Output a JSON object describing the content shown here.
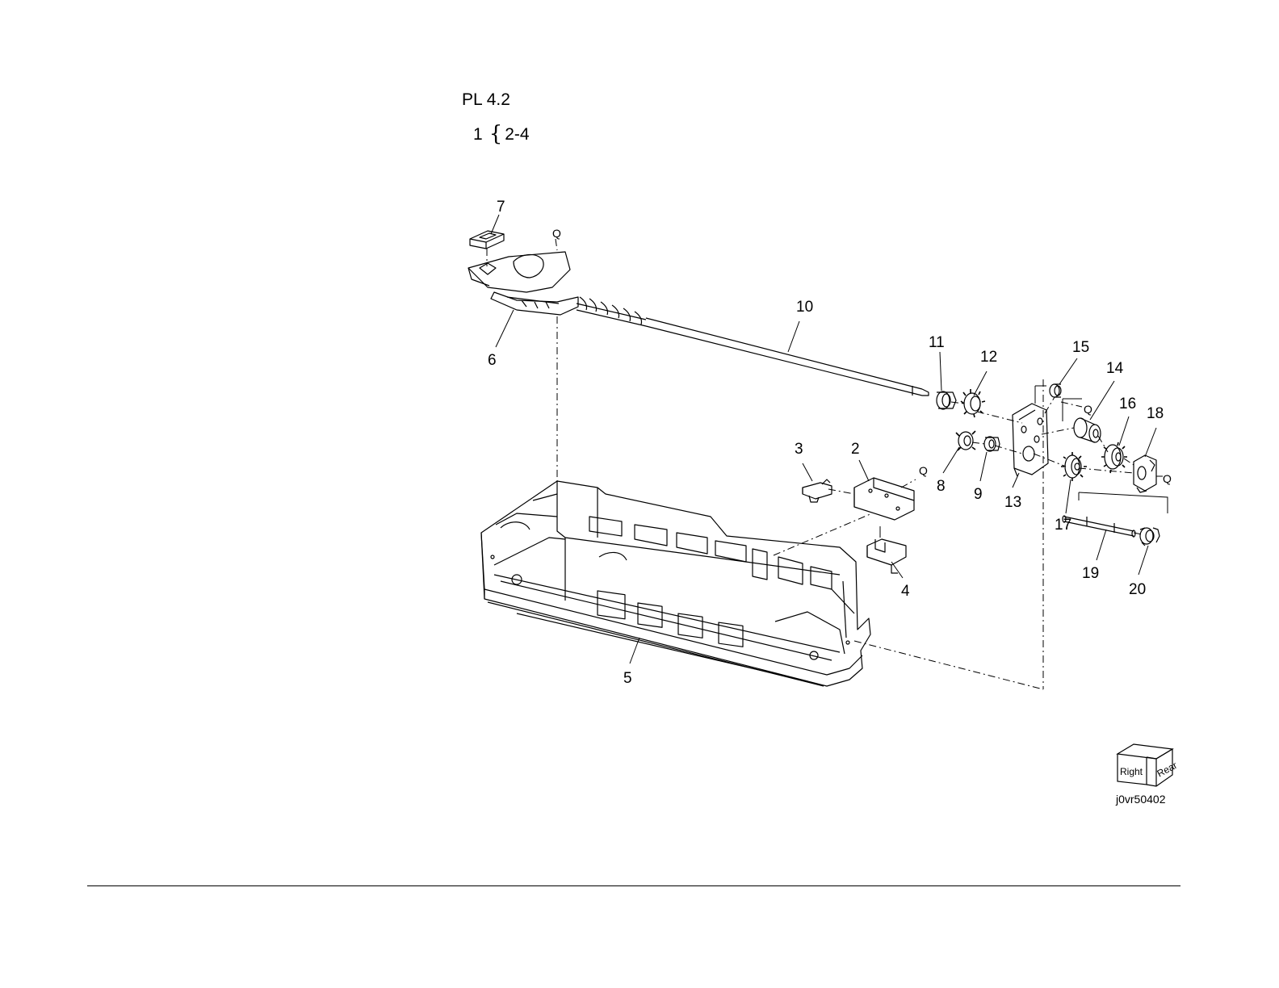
{
  "header": {
    "plate_label": "PL 4.2",
    "assembly": {
      "parent": "1",
      "children": "2-4"
    }
  },
  "callouts": {
    "c1": "2",
    "c2": "3",
    "c3": "4",
    "c4": "5",
    "c5": "6",
    "c6": "7",
    "c7": "8",
    "c8": "9",
    "c9": "10",
    "c10": "11",
    "c11": "12",
    "c12": "13",
    "c13": "14",
    "c14": "15",
    "c15": "16",
    "c16": "17",
    "c17": "18",
    "c18": "19",
    "c19": "20"
  },
  "reference_mark": "Q",
  "orientation": {
    "left": "Right",
    "right": "Rear"
  },
  "image_code": "j0vr50402"
}
